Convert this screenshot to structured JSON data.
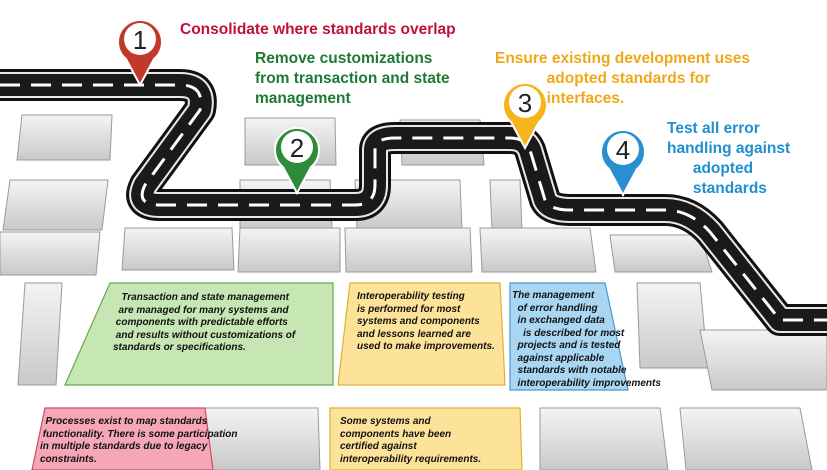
{
  "milestones": [
    {
      "number": "1",
      "text": "Consolidate where standards overlap",
      "color": "#c0103c",
      "pin_color": "#c0392b"
    },
    {
      "number": "2",
      "text": "Remove customizations\nfrom transaction and state\nmanagement",
      "color": "#1e7a34",
      "pin_color": "#2e8b3a"
    },
    {
      "number": "3",
      "text": "Ensure existing development uses\n            adopted standards for\n            interfaces.",
      "color": "#f0a81a",
      "pin_color": "#f5b41e"
    },
    {
      "number": "4",
      "text": "Test all error\nhandling against\n      adopted\n      standards",
      "color": "#1f8fcf",
      "pin_color": "#2a8fd0"
    }
  ],
  "descriptions": [
    {
      "text": "   Transaction and state management\n  are managed for many systems and\n components with predictable efforts\n and results without customizations of\nstandards or specifications.",
      "fill": "#c6e6b4",
      "stroke": "#6aa84f"
    },
    {
      "text": "Interoperability testing\nis performed for most\nsystems and components\nand lessons learned are\nused to make improvements.",
      "fill": "#fde39a",
      "stroke": "#e0b030"
    },
    {
      "text": "The management\n  of error handling\n  in exchanged data\n    is described for most\n  projects and is tested\n  against applicable\n  standards with notable\n  interoperability improvements",
      "fill": "#a9d6f2",
      "stroke": "#4f95c8"
    },
    {
      "text": "  Processes exist to map standards\n functionality. There is some participation\nin multiple standards due to legacy\nconstraints.",
      "fill": "#f6a7b7",
      "stroke": "#d04a64"
    },
    {
      "text": "Some systems and\ncomponents have been\ncertified against\ninteroperability requirements.",
      "fill": "#fde39a",
      "stroke": "#e0b030"
    }
  ]
}
